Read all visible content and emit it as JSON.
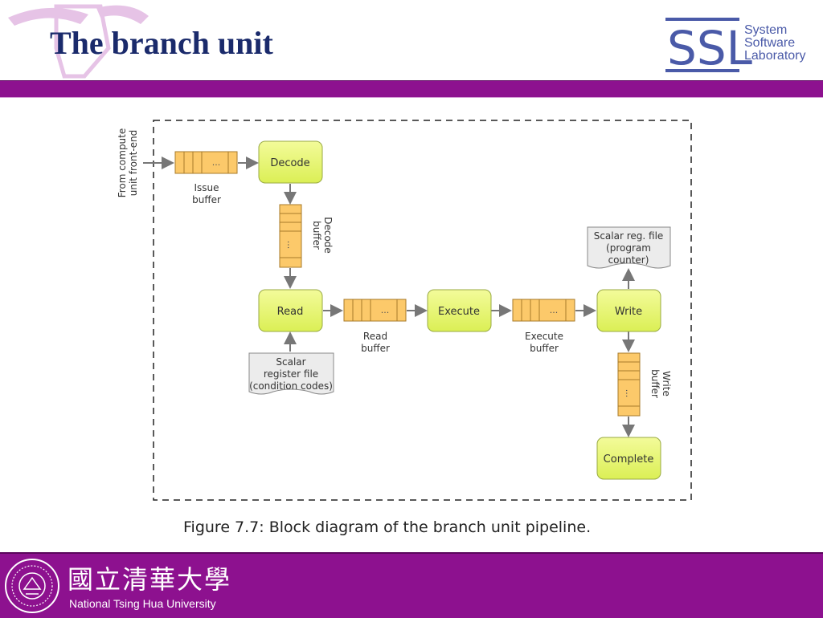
{
  "header": {
    "title": "The branch unit",
    "logo_initials": "SSL",
    "logo_lines": [
      "System",
      "Software",
      "Laboratory"
    ]
  },
  "footer": {
    "university_cn": "國立清華大學",
    "university_en": "National Tsing Hua University"
  },
  "diagram": {
    "input_label_line1": "From compute",
    "input_label_line2": "unit front-end",
    "issue_buffer_line1": "Issue",
    "issue_buffer_line2": "buffer",
    "decode": "Decode",
    "decode_buffer_line1": "Decode",
    "decode_buffer_line2": "buffer",
    "read": "Read",
    "read_buffer_line1": "Read",
    "read_buffer_line2": "buffer",
    "execute": "Execute",
    "execute_buffer_line1": "Execute",
    "execute_buffer_line2": "buffer",
    "write": "Write",
    "write_buffer_line1": "Write",
    "write_buffer_line2": "buffer",
    "complete": "Complete",
    "scalar_cond_line1": "Scalar",
    "scalar_cond_line2": "register file",
    "scalar_cond_line3": "(condition codes)",
    "scalar_pc_line1": "Scalar reg. file",
    "scalar_pc_line2": "(program",
    "scalar_pc_line3": "counter)",
    "ellipsis": "...",
    "caption": "Figure 7.7:  Block diagram of the branch unit pipeline."
  },
  "colors": {
    "purple_band": "#8d118f",
    "title_blue": "#1a2a6b",
    "stage_fill": "#e6f56b",
    "buffer_fill": "#fcc96a"
  }
}
